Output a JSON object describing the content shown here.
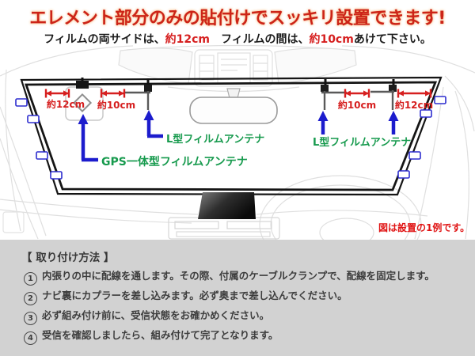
{
  "header": {
    "title": "エレメント部分のみの貼付けでスッキリ設置できます!",
    "subtitle": {
      "part1": "フィルムの両サイドは、",
      "value1": "約12cm",
      "part2": "　フィルムの間は、",
      "value2": "約10cm",
      "part3": "あけて下さい。"
    }
  },
  "diagram": {
    "measurements": {
      "left_side": "約12cm",
      "left_gap": "約10cm",
      "right_gap": "約10cm",
      "right_side": "約12cm"
    },
    "labels": {
      "left_l_antenna": "L型フィルムアンテナ",
      "gps_antenna": "GPS一体型フィルムアンテナ",
      "right_l_antenna": "L型フィルムアンテナ"
    },
    "note": "図は設置の1例です。"
  },
  "instructions": {
    "heading": "【 取り付け方法 】",
    "steps": [
      {
        "num": "1",
        "text": "内張りの中に配線を通します。その際、付属のケーブルクランプで、配線を固定します。"
      },
      {
        "num": "2",
        "text": "ナビ裏にカプラーを差し込みます。必ず奥まで差し込んでください。"
      },
      {
        "num": "3",
        "text": "必ず組み付け前に、受信状態をお確かめください。"
      },
      {
        "num": "4",
        "text": "受信を確認しましたら、組み付けて完了となります。"
      }
    ]
  },
  "colors": {
    "title_red": "#cc2418",
    "measure_red": "#d61f1f",
    "label_green": "#169a4d",
    "arrow_blue": "#1c1ccd",
    "frame_black": "#151515",
    "panel_gray": "#d2d2d2"
  }
}
